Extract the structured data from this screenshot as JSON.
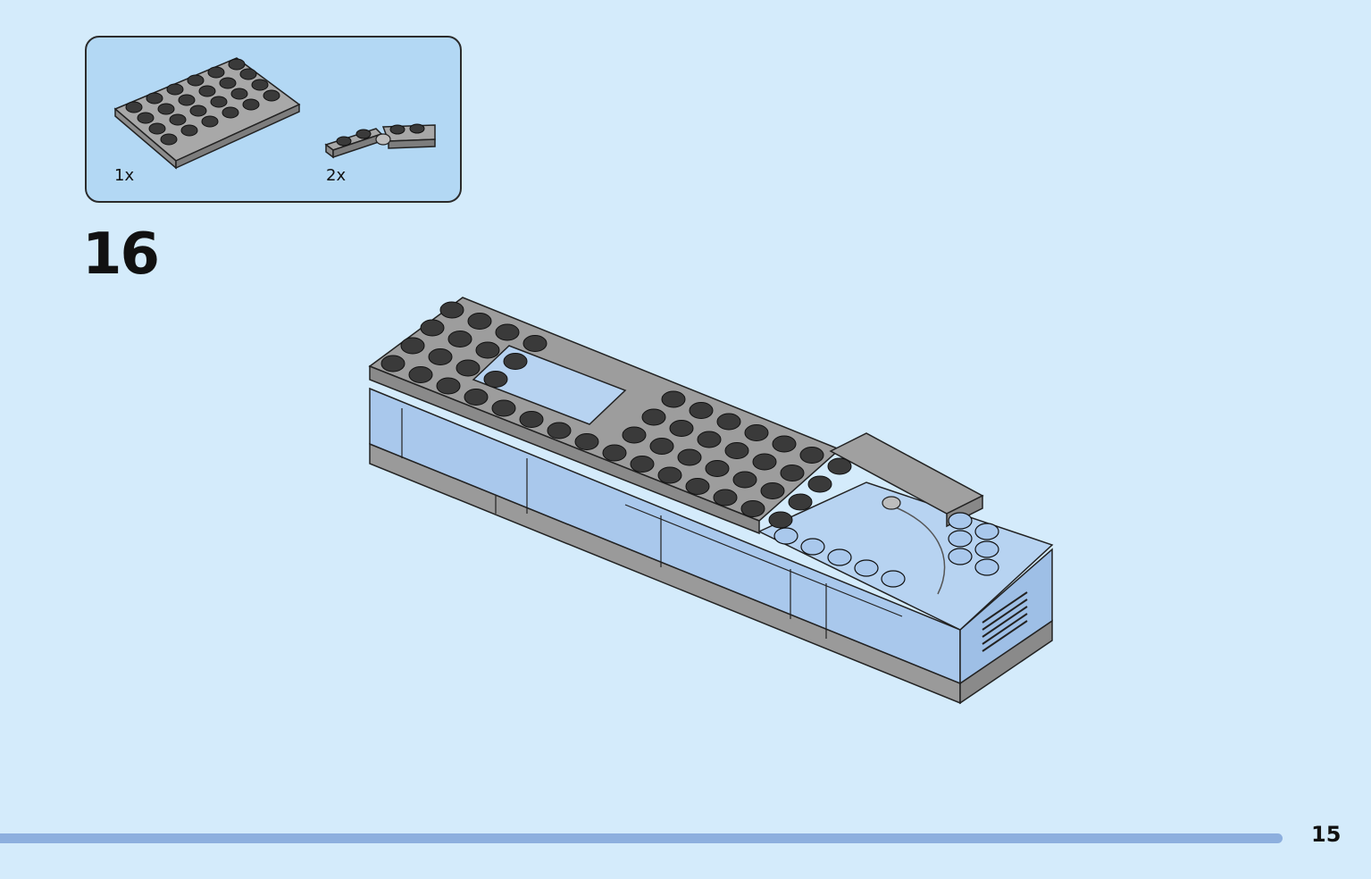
{
  "parts": {
    "items": [
      {
        "name": "gray-4x6-plate",
        "quantity": "1x"
      },
      {
        "name": "gray-hinge-plate",
        "quantity": "2x"
      }
    ]
  },
  "step": {
    "number": "16"
  },
  "page": {
    "number": "15"
  },
  "colors": {
    "background": "#d4ebfb",
    "callout_fill": "#b3d8f4",
    "plate_gray": "#9a9a9a",
    "stud_dark": "#3a3a3a",
    "brick_blue": "#a9c8ec",
    "progress_bar": "#8dafde"
  }
}
